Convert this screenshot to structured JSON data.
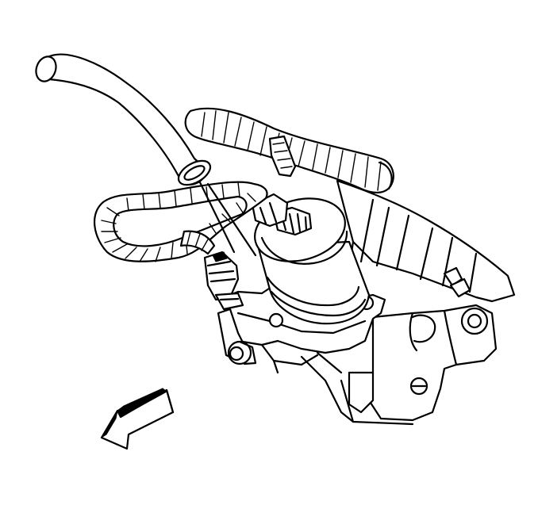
{
  "figure": {
    "kind": "line-art technical illustration",
    "background_color": "#ffffff",
    "line_color": "#000000",
    "callout_lines": 2,
    "arrow_direction": "down-left"
  }
}
